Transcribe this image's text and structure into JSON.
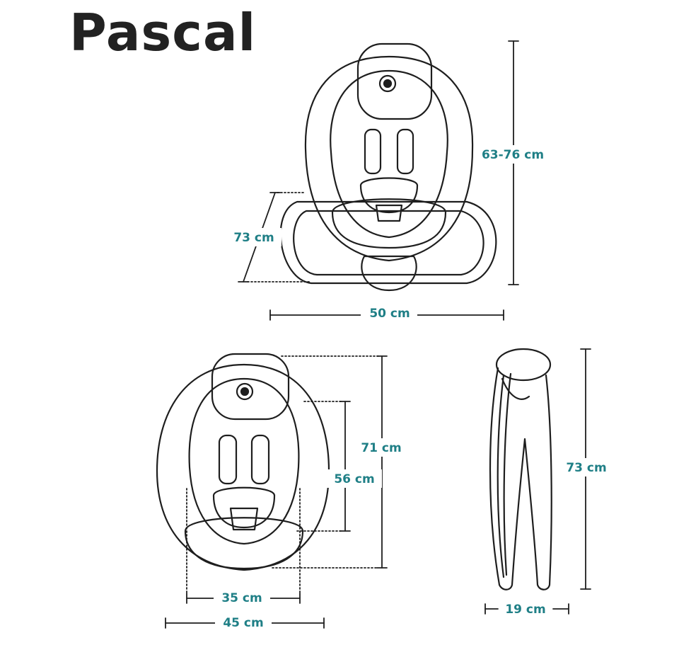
{
  "title": "Pascal",
  "colors": {
    "line": "#1e1e1e",
    "dimension_text": "#1f7f86",
    "title": "#222222",
    "background": "#ffffff"
  },
  "dimensions": {
    "top_height": "63-76 cm",
    "top_depth": "73 cm",
    "top_width": "50 cm",
    "front_height": "71 cm",
    "front_backrest": "56 cm",
    "front_seat_width": "35 cm",
    "front_width": "45 cm",
    "side_height": "73 cm",
    "side_depth": "19 cm"
  }
}
